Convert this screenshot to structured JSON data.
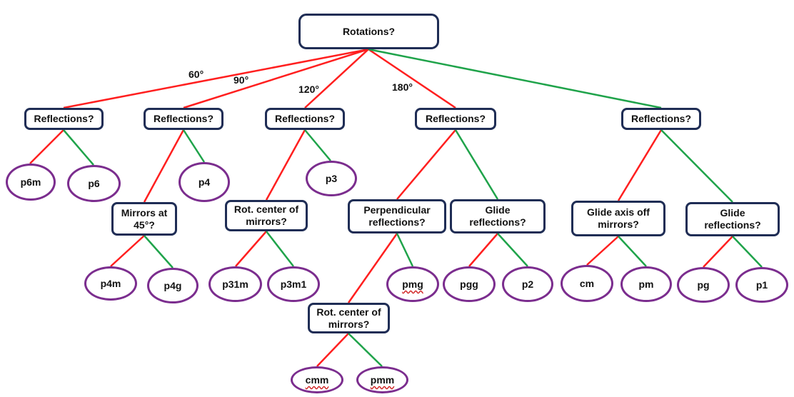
{
  "colors": {
    "yes_edge": "#ff1f1f",
    "no_edge": "#1fa34a",
    "question_border": "#1f2d55",
    "group_border": "#7b2d8e"
  },
  "questions": {
    "rotations": "Rotations?",
    "reflections": "Reflections?",
    "mirrors_45": "Mirrors at\n45°?",
    "rot_center_of_mirrors": "Rot. center of\nmirrors?",
    "perpendicular_reflections": "Perpendicular\nreflections?",
    "glide_reflections": "Glide\nreflections?",
    "glide_axis_off_mirrors": "Glide axis off\nmirrors?"
  },
  "rotation_labels": {
    "r60": "60°",
    "r90": "90°",
    "r120": "120°",
    "r180": "180°"
  },
  "groups": {
    "p6m": "p6m",
    "p6": "p6",
    "p4": "p4",
    "p3": "p3",
    "p4m": "p4m",
    "p4g": "p4g",
    "p31m": "p31m",
    "p3m1": "p3m1",
    "pmg": "pmg",
    "pgg": "pgg",
    "p2": "p2",
    "cm": "cm",
    "pm": "pm",
    "pg": "pg",
    "p1": "p1",
    "cmm": "cmm",
    "pmm": "pmm"
  }
}
